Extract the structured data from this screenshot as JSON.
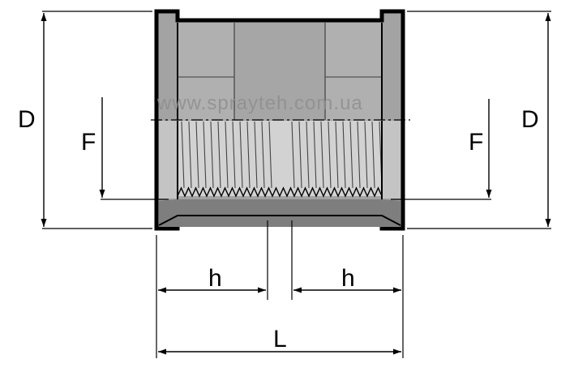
{
  "diagram": {
    "subject": "threaded coupling sleeve",
    "labels": {
      "outer_diameter_left": "D",
      "outer_diameter_right": "D",
      "thread_left": "F",
      "thread_right": "F",
      "thread_length_left": "h",
      "thread_length_right": "h",
      "total_length": "L"
    },
    "watermark": "www.sprayteh.com.ua",
    "colors": {
      "line": "#000000",
      "body_fill": "#a3a3a3",
      "bore_fill": "#b5b5b5",
      "section_fill": "#d2d2d2",
      "shadow_fill": "#7e7e7e",
      "watermark": "#8f8f8f"
    }
  }
}
